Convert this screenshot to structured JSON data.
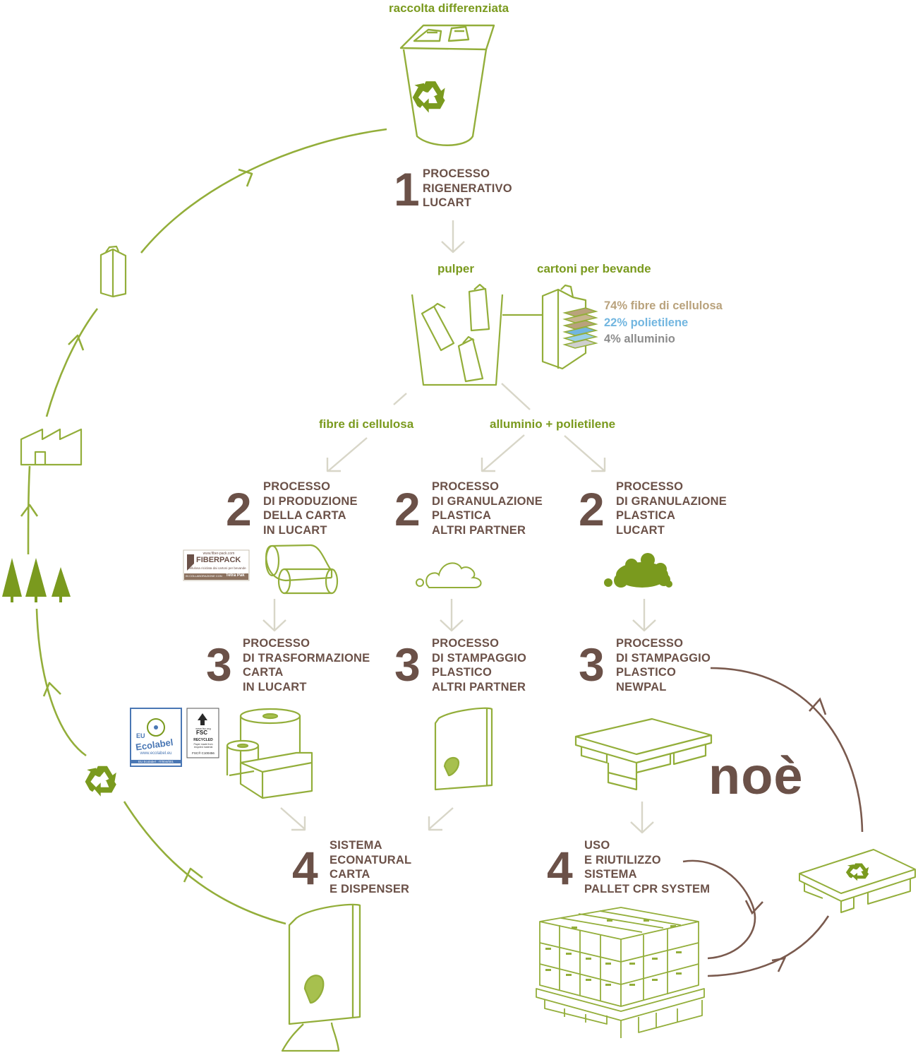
{
  "labels": {
    "collection": "raccolta differenziata",
    "pulper": "pulper",
    "beverage_cartons": "cartoni per bevande",
    "cellulose_fibres": "fibre di cellulosa",
    "aluminium_polyethylene": "alluminio + polietilene"
  },
  "composition": [
    {
      "text": "74% fibre di cellulosa",
      "color": "#b9a27c"
    },
    {
      "text": "22% polietilene",
      "color": "#72b6e0"
    },
    {
      "text": "4% alluminio",
      "color": "#8c8c8c"
    }
  ],
  "steps": {
    "s1": {
      "number": "1",
      "lines": [
        "PROCESSO",
        "RIGENERATIVO",
        "LUCART"
      ]
    },
    "s2a": {
      "number": "2",
      "lines": [
        "PROCESSO",
        "DI PRODUZIONE",
        "DELLA CARTA",
        "IN LUCART"
      ]
    },
    "s2b": {
      "number": "2",
      "lines": [
        "PROCESSO",
        "DI GRANULAZIONE",
        "PLASTICA",
        "ALTRI PARTNER"
      ]
    },
    "s2c": {
      "number": "2",
      "lines": [
        "PROCESSO",
        "DI GRANULAZIONE",
        "PLASTICA",
        "LUCART"
      ]
    },
    "s3a": {
      "number": "3",
      "lines": [
        "PROCESSO",
        "DI TRASFORMAZIONE",
        "CARTA",
        "IN LUCART"
      ]
    },
    "s3b": {
      "number": "3",
      "lines": [
        "PROCESSO",
        "DI STAMPAGGIO",
        "PLASTICO",
        "ALTRI PARTNER"
      ]
    },
    "s3c": {
      "number": "3",
      "lines": [
        "PROCESSO",
        "DI STAMPAGGIO",
        "PLASTICO",
        "NEWPAL"
      ]
    },
    "s4a": {
      "number": "4",
      "lines": [
        "SISTEMA",
        "ECONATURAL",
        "CARTA",
        "E DISPENSER"
      ]
    },
    "s4b": {
      "number": "4",
      "lines": [
        "USO",
        "E RIUTILIZZO",
        "SISTEMA",
        "PALLET CPR SYSTEM"
      ]
    }
  },
  "brand": {
    "noe": "noè"
  },
  "fiberpack_logo": {
    "url": "www.fiber-pack.com",
    "name": "FIBERPACK",
    "tagline": "Cellulosa riciclata dai cartoni per bevande",
    "collab": "IN COLLABORAZIONE CON",
    "partner": "Tetra Pak"
  },
  "ecolabel_logo": {
    "eu": "EU",
    "name": "Ecolabel",
    "url": "www.ecolabel.eu",
    "code": "EU Ecolabel : IT/004/001"
  },
  "fsc_logo": {
    "url": "www.fsc.org",
    "name": "FSC",
    "recycled": "RECYCLED",
    "claim": "Paper made from recycled material",
    "code": "FSC® C100456"
  },
  "colors": {
    "green": "#7a9a1e",
    "brown": "#6b5148",
    "arrow_gray": "#d8d6c8",
    "line_green": "#93ae3a"
  }
}
